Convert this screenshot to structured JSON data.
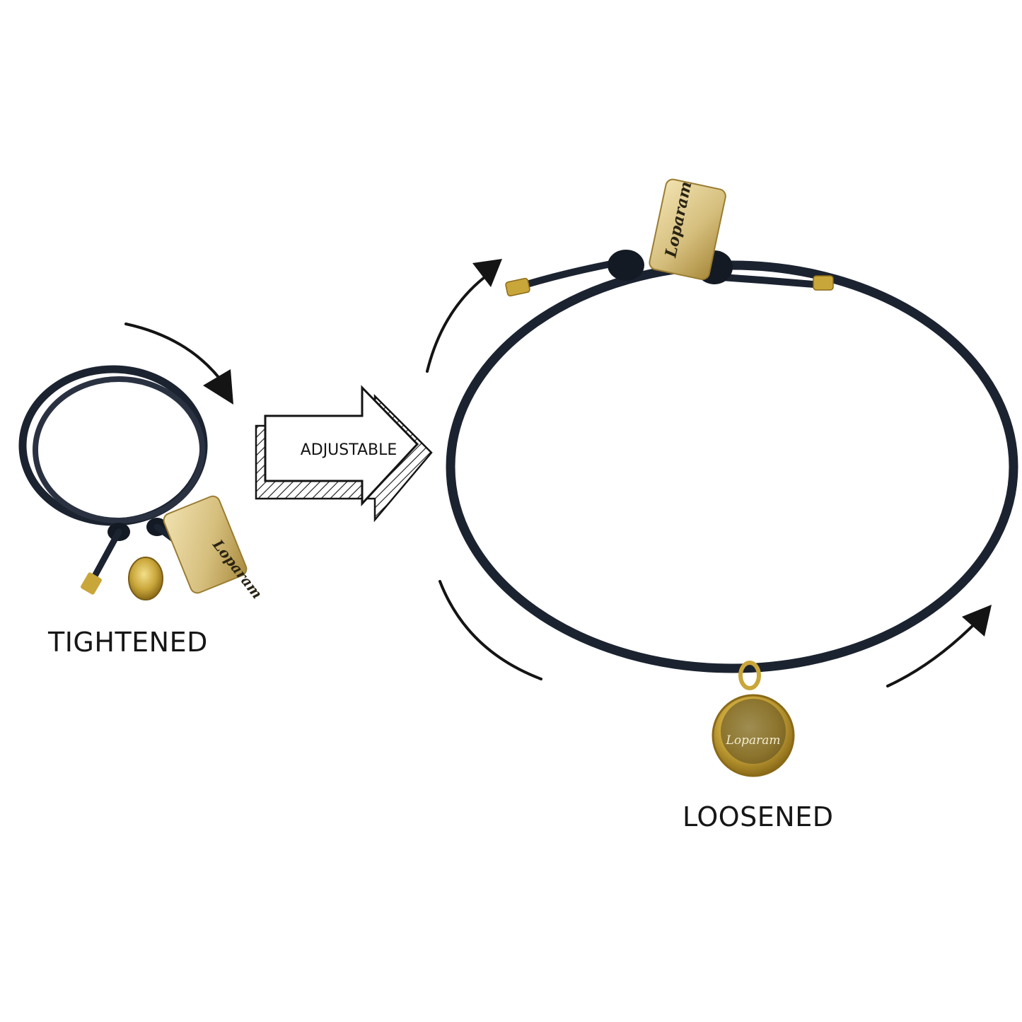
{
  "labels": {
    "tightened": "TIGHTENED",
    "adjustable": "ADJUSTABLE",
    "loosened": "LOOSENED"
  },
  "brand": {
    "charm_text": "Loparam"
  },
  "colors": {
    "cord": "#1c2330",
    "gold": "#c9a63a",
    "gold_light": "#e6cf7a",
    "arrow_line": "#141414",
    "background": "#ffffff"
  }
}
